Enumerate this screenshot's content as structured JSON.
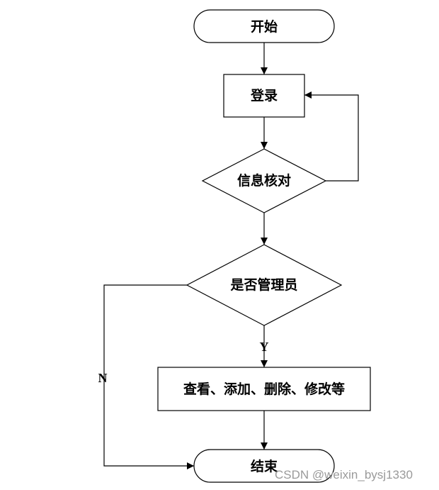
{
  "nodes": {
    "start": "开始",
    "login": "登录",
    "verify": "信息核对",
    "is_admin": "是否管理员",
    "actions": "查看、添加、删除、修改等",
    "end": "结束"
  },
  "branches": {
    "yes": "Y",
    "no": "N"
  },
  "watermark": "CSDN @weixin_bysj1330"
}
